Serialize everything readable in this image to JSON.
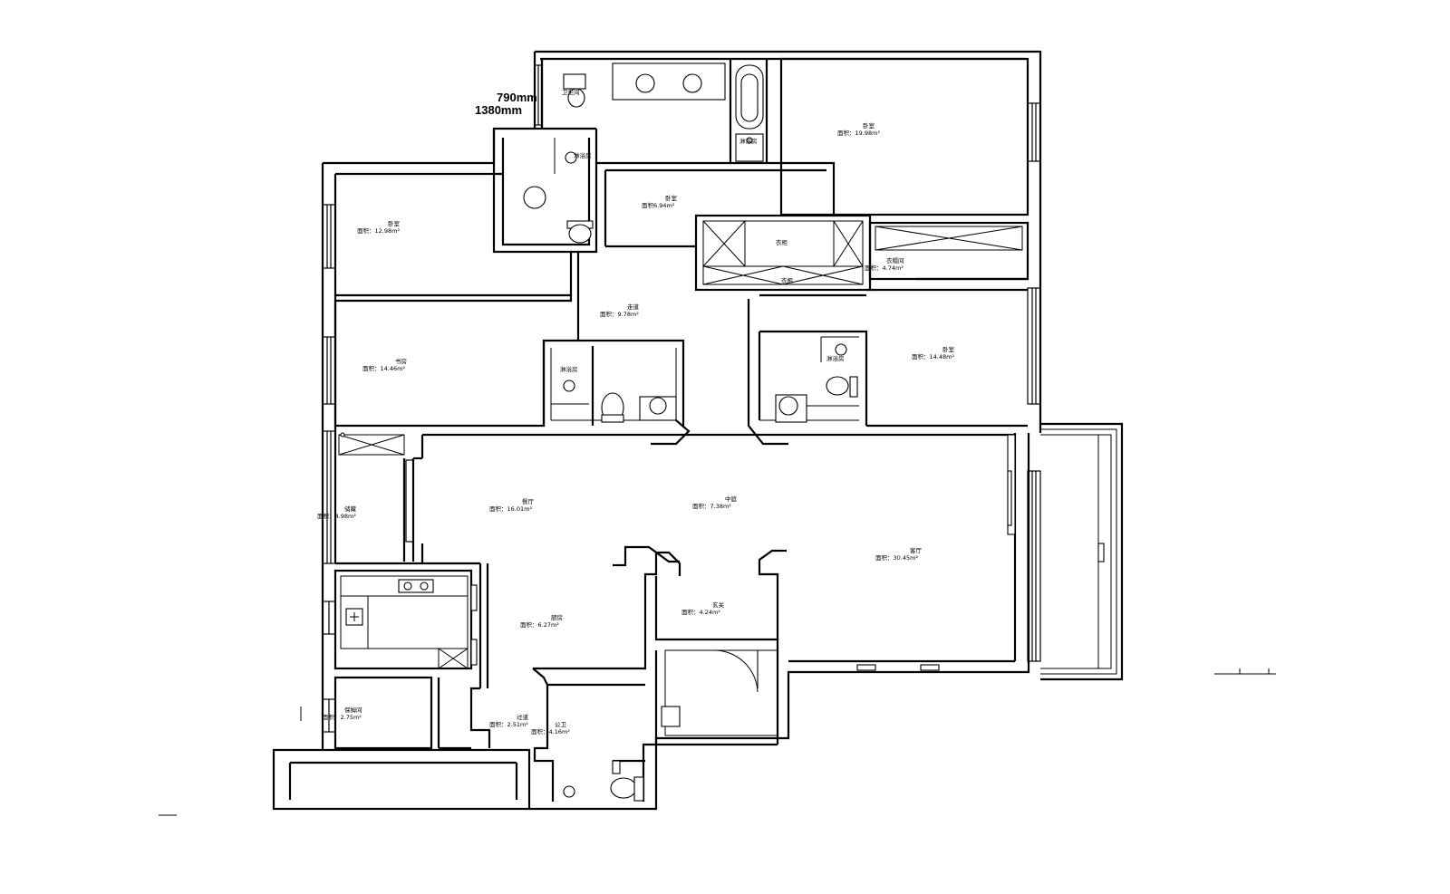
{
  "dimensions": [
    "790mm",
    "1380mm"
  ],
  "rooms": [
    {
      "id": "master_bath_wc",
      "name": "卫生间",
      "area": ""
    },
    {
      "id": "shower_top",
      "name": "淋浴房",
      "area": ""
    },
    {
      "id": "bedroom_ne",
      "name": "卧室",
      "area": "面积：19.98m²"
    },
    {
      "id": "shower_left",
      "name": "淋浴房",
      "area": ""
    },
    {
      "id": "study_small",
      "name": "卧室",
      "area": "面积6.94m²"
    },
    {
      "id": "bedroom_nw",
      "name": "卧室",
      "area": "面积：12.98m²"
    },
    {
      "id": "wardrobe_top",
      "name": "衣柜",
      "area": ""
    },
    {
      "id": "wardrobe_bottom",
      "name": "衣柜",
      "area": ""
    },
    {
      "id": "cloakroom",
      "name": "衣帽间",
      "area": "面积：4.74m²"
    },
    {
      "id": "corridor",
      "name": "走道",
      "area": "面积：9.78m²"
    },
    {
      "id": "study",
      "name": "书房",
      "area": "面积：14.46m²"
    },
    {
      "id": "shower_mid",
      "name": "淋浴房",
      "area": ""
    },
    {
      "id": "shower_right",
      "name": "淋浴房",
      "area": ""
    },
    {
      "id": "bedroom_e",
      "name": "卧室",
      "area": "面积：14.48m²"
    },
    {
      "id": "dining",
      "name": "餐厅",
      "area": "面积：16.01m²"
    },
    {
      "id": "central_hall",
      "name": "中庭",
      "area": "面积：7.38m²"
    },
    {
      "id": "living",
      "name": "客厅",
      "area": "面积：30.45m²"
    },
    {
      "id": "storage",
      "name": "储藏",
      "area": "面积：4.98m²"
    },
    {
      "id": "kitchen",
      "name": "厨房",
      "area": "面积：6.27m²"
    },
    {
      "id": "foyer",
      "name": "玄关",
      "area": "面积：4.24m²"
    },
    {
      "id": "utility",
      "name": "保姆间",
      "area": "面积：2.75m²"
    },
    {
      "id": "passage",
      "name": "过道",
      "area": "面积：2.51m²"
    },
    {
      "id": "guest_wc",
      "name": "公卫",
      "area": "面积：4.16m²"
    }
  ]
}
